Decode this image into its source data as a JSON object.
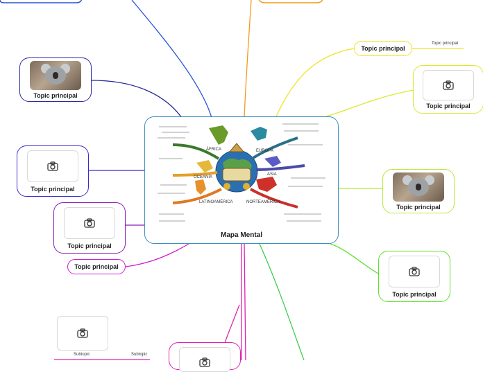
{
  "central": {
    "title": "Mapa Mental",
    "illustration_labels": [
      "ÁFRICA",
      "EUROPA",
      "ASIA",
      "OCEANÍA",
      "LATINOAMÉRICA",
      "NORTEAMÉRICA"
    ]
  },
  "topics": {
    "topic_label": "Topic principal",
    "right_text": "Topic principal",
    "subtopic_left": "Subtopic",
    "subtopic_right": "Subtopic"
  },
  "colors": {
    "blue": "#2b54d8",
    "navy": "#2a2a9a",
    "indigo": "#3a2ad0",
    "purple": "#8a1ab8",
    "magenta": "#d01ad0",
    "pink": "#e020b0",
    "orange": "#f39a1e",
    "yellow": "#f2e22a",
    "lime": "#b8e83a",
    "green": "#5ee02a",
    "green2": "#3ccf4a",
    "central_border": "#3b8fc4"
  },
  "icons": {
    "camera": "camera-icon",
    "photo": "koala-photo"
  }
}
